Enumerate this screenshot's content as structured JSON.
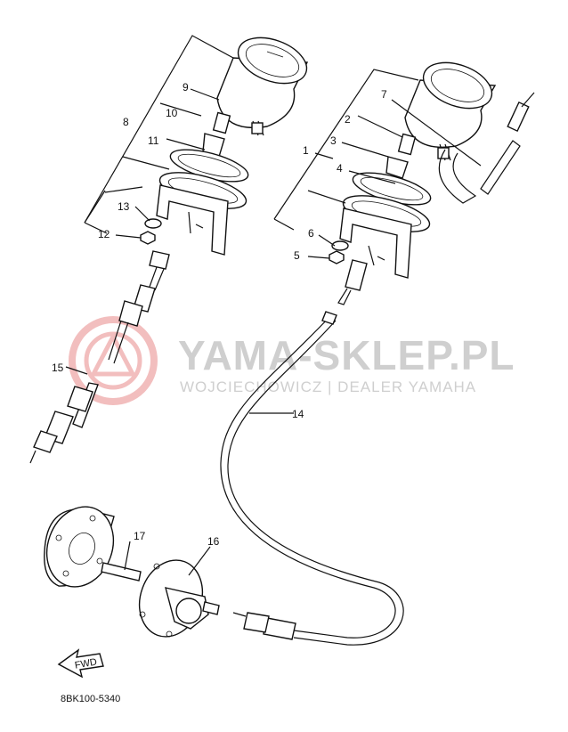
{
  "diagram": {
    "part_code": "8BK100-5340",
    "fwd_label": "FWD",
    "callouts": [
      "1",
      "2",
      "3",
      "4",
      "5",
      "6",
      "7",
      "8",
      "9",
      "10",
      "11",
      "12",
      "13",
      "14",
      "15",
      "16",
      "17"
    ]
  },
  "watermark": {
    "title": "YAMA-SKLEP.PL",
    "subtitle": "WOJCIECHOWICZ | DEALER YAMAHA",
    "logo_color": "#e88a8a",
    "text_color": "#cfcfcf"
  }
}
